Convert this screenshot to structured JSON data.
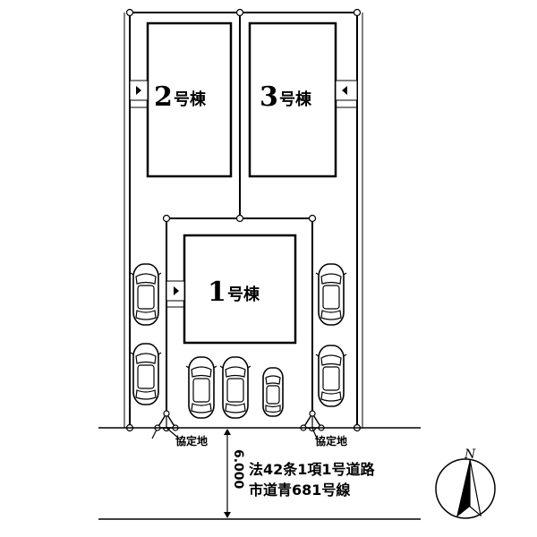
{
  "buildings": [
    {
      "id": "b2",
      "number": "2",
      "suffix": "号棟"
    },
    {
      "id": "b3",
      "number": "3",
      "suffix": "号棟"
    },
    {
      "id": "b1",
      "number": "1",
      "suffix": "号棟"
    }
  ],
  "kyoteichi_left": "協定地",
  "kyoteichi_right": "協定地",
  "road": {
    "width": "6.000",
    "line1": "法42条1項1号道路",
    "line2": "市道青681号線"
  },
  "compass": {
    "north_label": "N"
  }
}
